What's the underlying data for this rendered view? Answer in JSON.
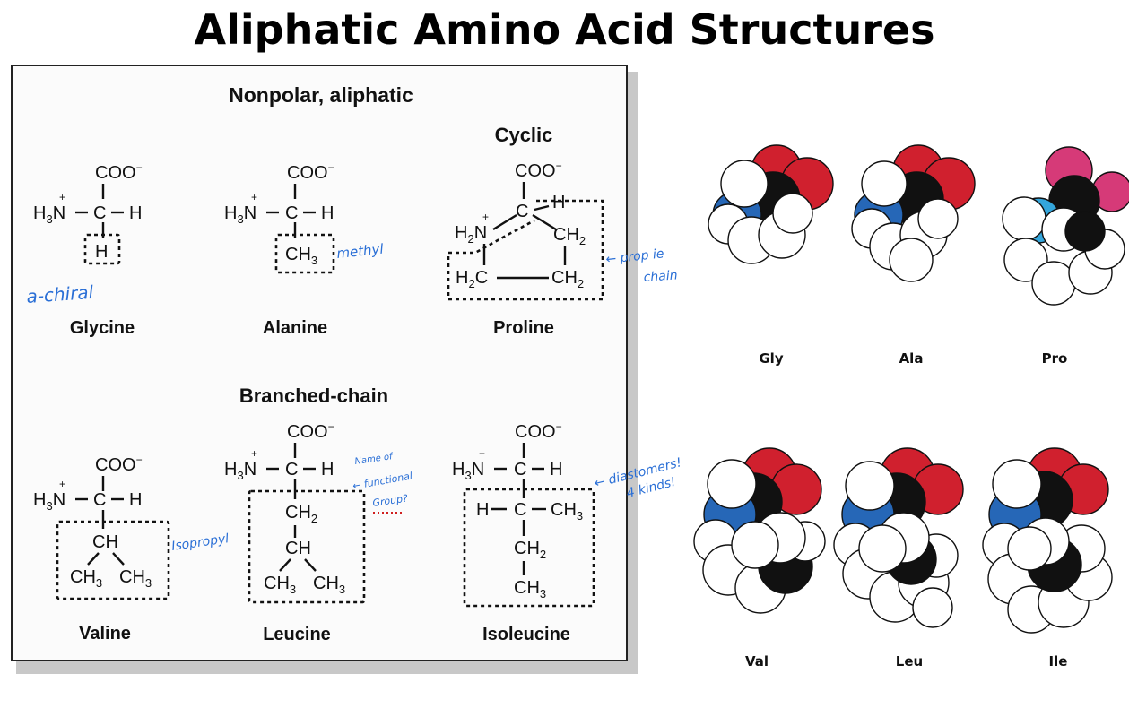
{
  "title": "Aliphatic Amino Acid Structures",
  "panel": {
    "heading": "Nonpolar, aliphatic",
    "subheadings": {
      "cyclic": "Cyclic",
      "branched": "Branched-chain"
    },
    "names": [
      "Glycine",
      "Alanine",
      "Proline",
      "Valine",
      "Leucine",
      "Isoleucine"
    ]
  },
  "annotations": {
    "glycine": "a-chiral",
    "alanine": "methyl",
    "proline_line1": "← prop ie",
    "proline_line2": "chain",
    "valine": "Isopropyl",
    "leucine_line1": "Name of",
    "leucine_line2": "← functional",
    "leucine_line3": "Group?",
    "isoleucine_line1": "← diastomers!",
    "isoleucine_line2": "4 kinds!"
  },
  "space_filling": {
    "labels": [
      "Gly",
      "Ala",
      "Pro",
      "Val",
      "Leu",
      "Ile"
    ],
    "colors": {
      "oxygen": "#d0202e",
      "carbon": "#111111",
      "nitrogen": "#2667b7",
      "hydrogen": "#ffffff",
      "pro_oxygen": "#d63a78",
      "pro_nitrogen": "#34a6dc"
    }
  }
}
